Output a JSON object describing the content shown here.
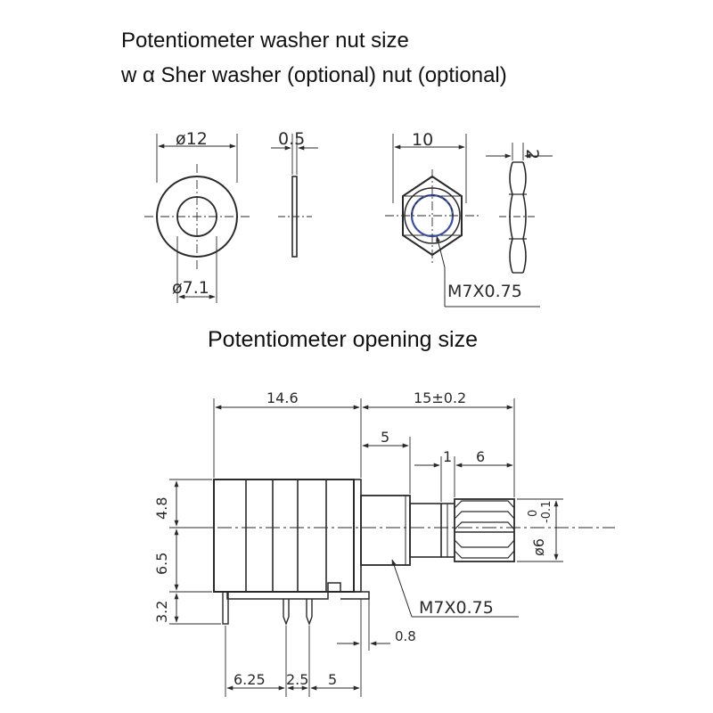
{
  "headings": {
    "washer_title": "Potentiometer washer nut size",
    "washer_subtitle": "w α Sher washer (optional) nut (optional)",
    "opening_title": "Potentiometer opening size"
  },
  "washer": {
    "outer_diameter": "ø12",
    "inner_diameter": "ø7.1",
    "thickness": "0.5"
  },
  "nut": {
    "width": "10",
    "thickness": "2",
    "thread": "M7X0.75"
  },
  "potentiometer": {
    "body_length": "14.6",
    "shaft_length": "15±0.2",
    "thread_length": "5",
    "gap": "1",
    "knurl_length": "6",
    "top_height": "4.8",
    "mid_height": "6.5",
    "pin_height": "3.2",
    "tolerance_upper": "0",
    "tolerance_lower": "-0.1",
    "shaft_diameter": "ø6",
    "thread": "M7X0.75",
    "flat": "0.8",
    "pin_spacing_1": "6.25",
    "pin_spacing_2": "2.5",
    "pin_spacing_3": "5"
  },
  "colors": {
    "line": "#2a2a2a",
    "accent": "#3a4fa8"
  }
}
